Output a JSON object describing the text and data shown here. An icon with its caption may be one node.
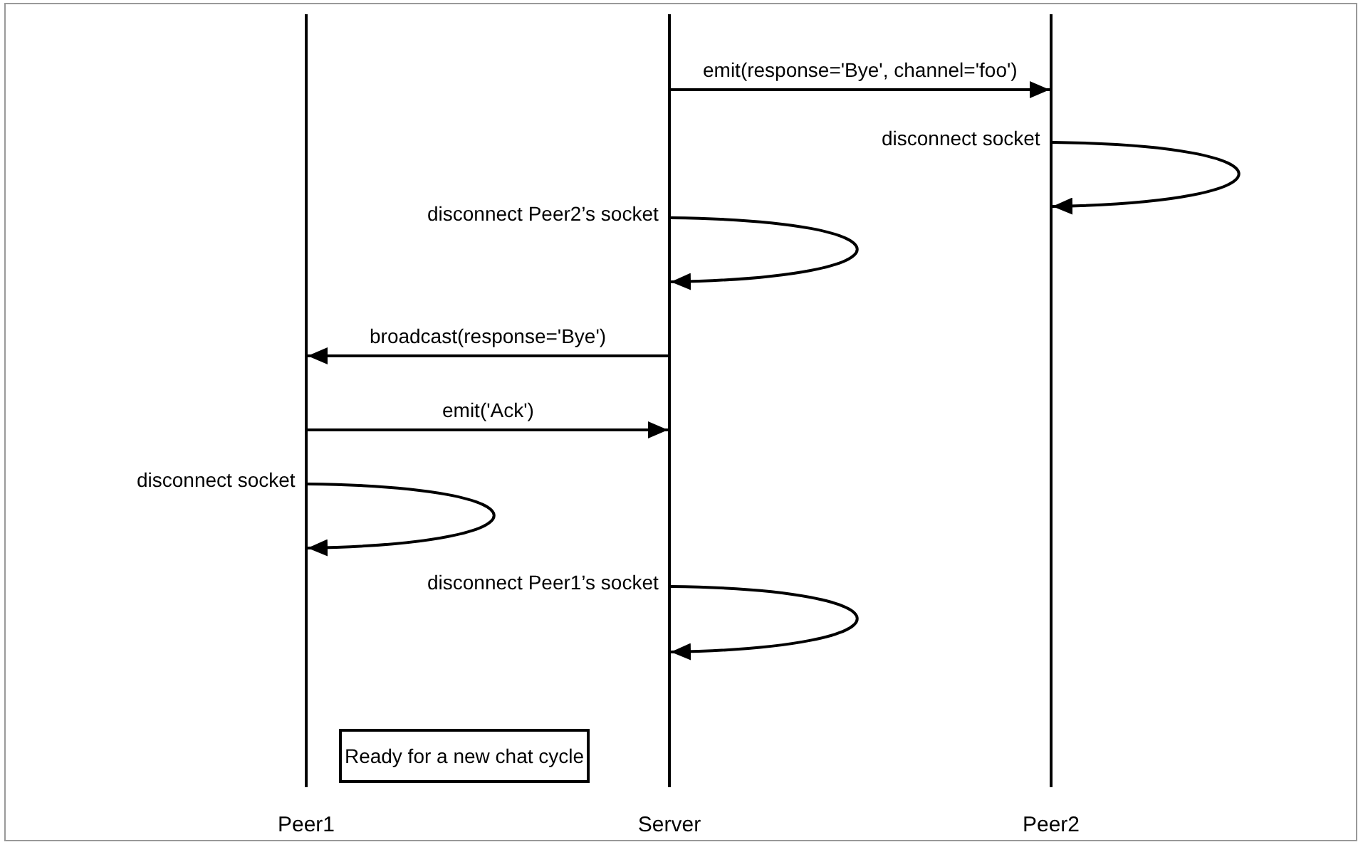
{
  "diagram": {
    "nodes": [
      {
        "text": [
          "Peer1"
        ]
      },
      {
        "text": [
          "Server"
        ]
      },
      {
        "text": [
          "Peer2"
        ]
      },
      {
        "text": [
          "Ready for a new chat cycle"
        ]
      }
    ],
    "edges": [
      {
        "from": 1,
        "to": 2,
        "arrow": "to",
        "label": "emit(response='Bye', channel='foo')"
      },
      {
        "from": 2,
        "to": 2,
        "arrow": "to",
        "label": "disconnect socket"
      },
      {
        "from": 1,
        "to": 1,
        "arrow": "to",
        "label": "disconnect Peer2’s socket"
      },
      {
        "from": 1,
        "to": 0,
        "arrow": "to",
        "label": "broadcast(response='Bye')"
      },
      {
        "from": 0,
        "to": 1,
        "arrow": "to",
        "label": "emit('Ack')"
      },
      {
        "from": 0,
        "to": 0,
        "arrow": "to",
        "label": "disconnect socket"
      },
      {
        "from": 1,
        "to": 1,
        "arrow": "to",
        "label": "disconnect Peer1’s socket"
      }
    ]
  }
}
